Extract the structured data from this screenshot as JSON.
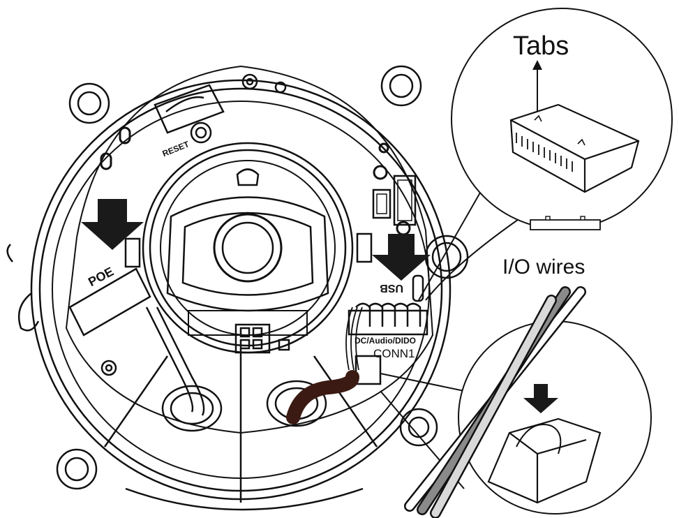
{
  "callouts": {
    "tabs": "Tabs",
    "io_wires": "I/O wires"
  },
  "board_labels": {
    "reset": "RESET",
    "poe": "POE",
    "usb": "USB",
    "dc_audio_dido": "DC/Audio/DIDO",
    "conn1": "CONN1"
  },
  "colors": {
    "line": "#111111",
    "arrow_fill": "#1a1a1a",
    "cable_brown": "#3a1a12",
    "wire_gray": "#8a8a8a",
    "wire_light": "#d9d9d9"
  }
}
